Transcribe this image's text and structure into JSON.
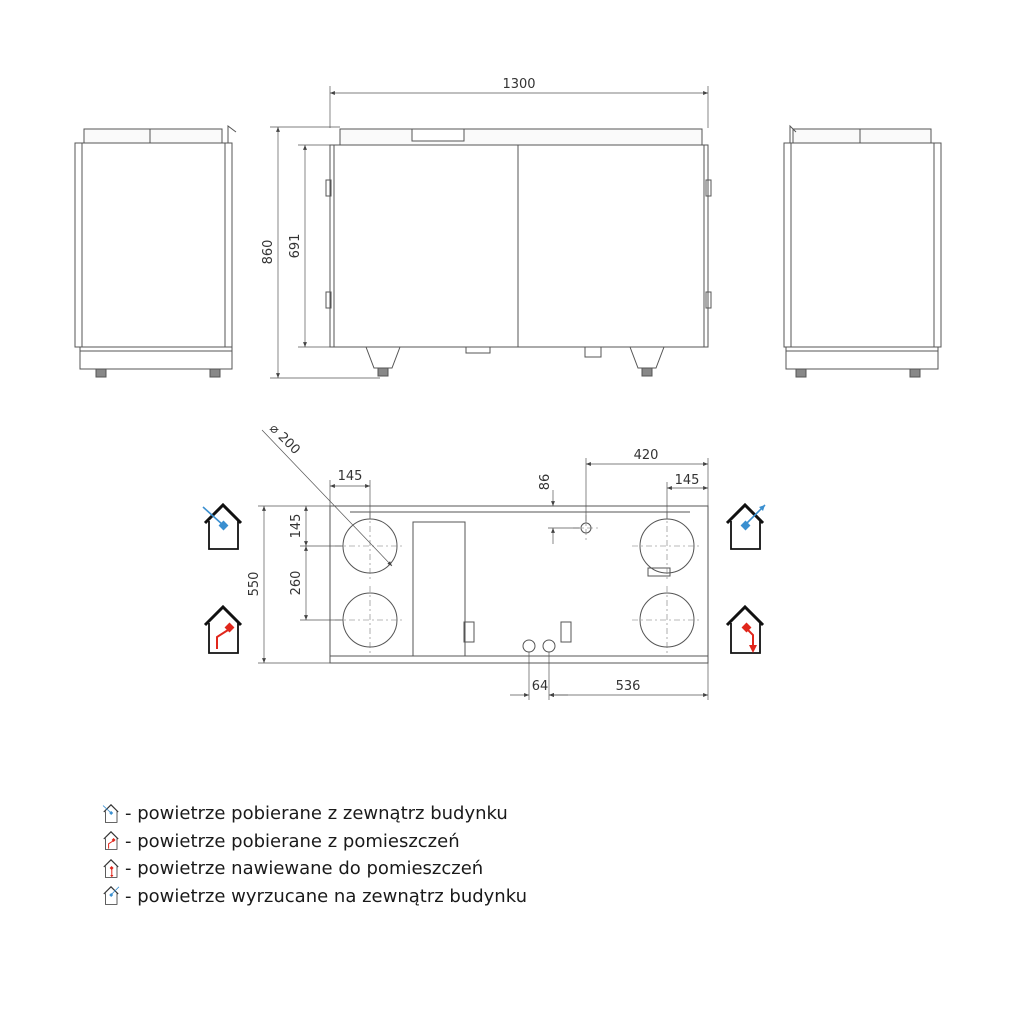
{
  "dimensions": {
    "width_total": "1300",
    "height_total": "860",
    "height_body": "691",
    "duct_diameter": "⌀ 200",
    "top_left_offset": "145",
    "top_right_offset": "145",
    "top_right_span": "420",
    "drain_offset": "86",
    "depth_total": "550",
    "port_top_offset": "145",
    "port_spacing": "260",
    "connector_spacing": "64",
    "connector_offset": "536"
  },
  "legend": [
    {
      "icon": "outdoor-intake-air-icon",
      "text": "- powietrze pobierane z zewnątrz budynku"
    },
    {
      "icon": "room-extract-air-icon",
      "text": "- powietrze pobierane z pomieszczeń"
    },
    {
      "icon": "supply-air-icon",
      "text": "- powietrze nawiewane do pomieszczeń"
    },
    {
      "icon": "exhaust-air-icon",
      "text": "- powietrze wyrzucane na zewnątrz budynku"
    }
  ],
  "colors": {
    "line": "#555555",
    "cold_air": "#3a8fd0",
    "warm_air": "#e0261b"
  }
}
